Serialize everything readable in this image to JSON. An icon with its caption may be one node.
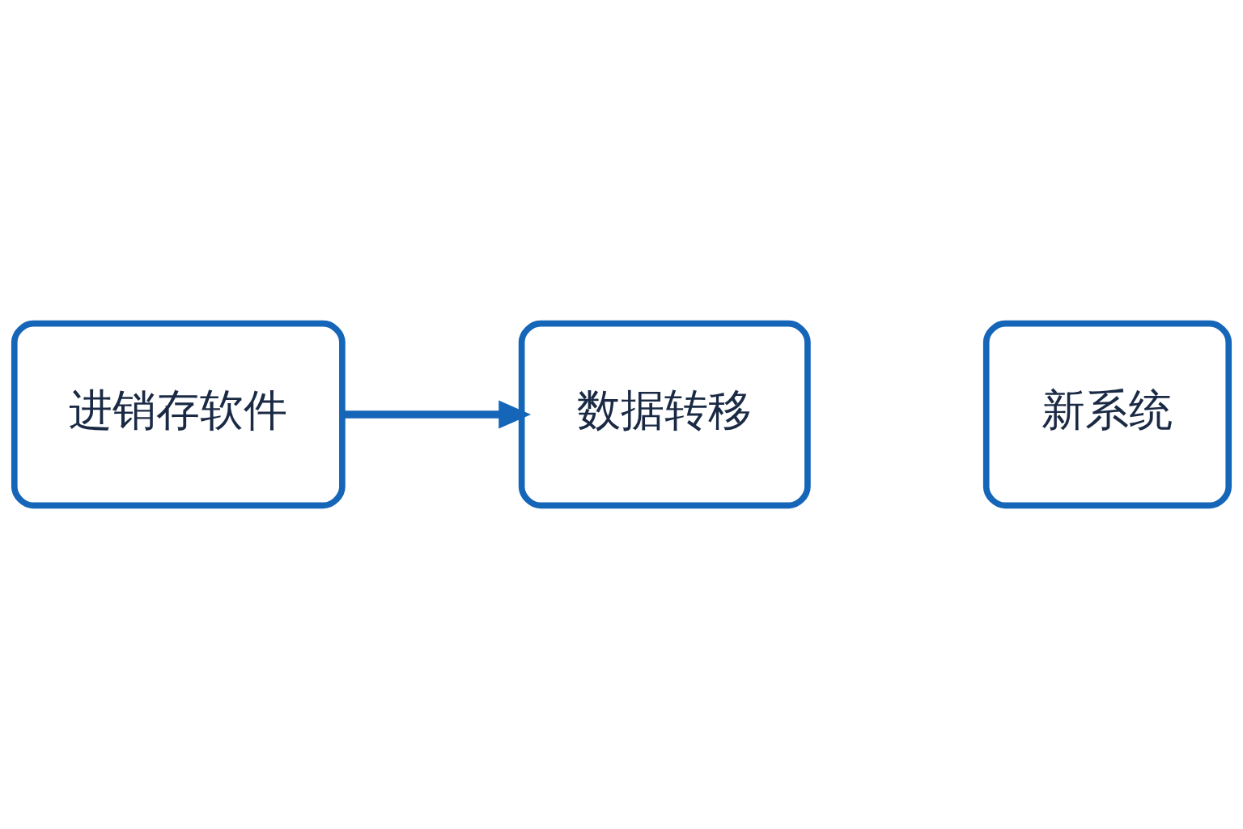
{
  "diagram": {
    "nodes": [
      {
        "text": [
          "进销存软件"
        ]
      },
      {
        "text": [
          "数据转移"
        ]
      },
      {
        "text": [
          "新系统"
        ]
      }
    ],
    "edges": [
      {
        "from": 0,
        "to": 1,
        "arrow": "to"
      }
    ]
  }
}
